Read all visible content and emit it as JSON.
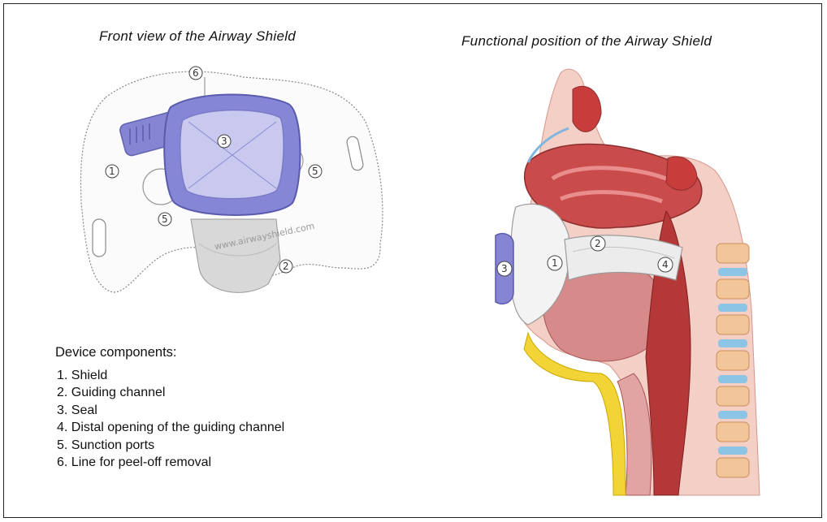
{
  "titles": {
    "front_view": "Front view of the Airway Shield",
    "functional_position": "Functional position of the Airway Shield"
  },
  "front_callouts": [
    "6",
    "3",
    "1",
    "5",
    "5",
    "2"
  ],
  "front_watermark": "www.airwayshield.com",
  "position_callouts": [
    "2",
    "3",
    "1",
    "4"
  ],
  "components": {
    "heading": "Device components:",
    "items": [
      {
        "num": "1.",
        "label": "Shield"
      },
      {
        "num": "2.",
        "label": "Guiding channel"
      },
      {
        "num": "3.",
        "label": "Seal"
      },
      {
        "num": "4.",
        "label": "Distal opening of the guiding channel"
      },
      {
        "num": "5.",
        "label": "Sunction ports"
      },
      {
        "num": "6.",
        "label": "Line for peel-off removal"
      }
    ]
  },
  "colors": {
    "seal_purple": "#7f7fd0",
    "tissue_pink": "#e8a2a0",
    "muscle_red": "#c84a4a",
    "spine_blue": "#8cc4e6",
    "fat_yellow": "#f2d437"
  }
}
